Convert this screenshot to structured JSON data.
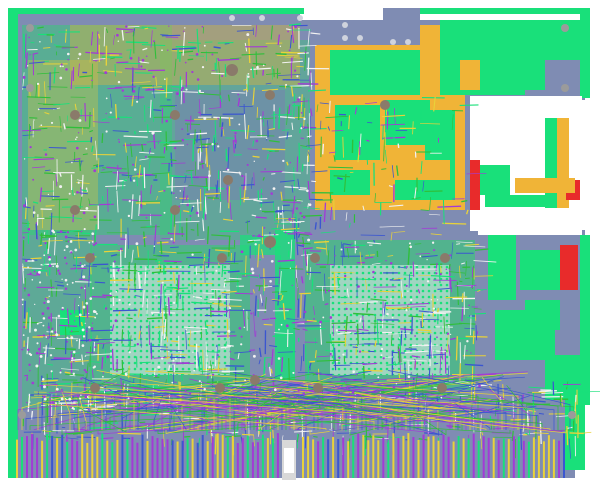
{
  "palette": {
    "background": "#ffffff",
    "board": "#7f8cb3",
    "copper_plane": "#19e07a",
    "outline": "#1fd36f",
    "power_plane": "#f0b437",
    "trace_purple": "#a23bd6",
    "trace_yellow": "#e8d23a",
    "trace_blue": "#3b56d0",
    "trace_red": "#e82b2b",
    "trace_green": "#2fbf3a",
    "pad_grey": "#9b9b9b",
    "pad_white": "#f2f2f2",
    "via_brown": "#8a7a6a"
  },
  "layers": [
    {
      "name": "board-outline",
      "color": "#1fd36f"
    },
    {
      "name": "ground-plane",
      "color": "#19e07a"
    },
    {
      "name": "power-plane",
      "color": "#f0b437"
    },
    {
      "name": "signal-purple",
      "color": "#a23bd6"
    },
    {
      "name": "signal-yellow",
      "color": "#e8d23a"
    },
    {
      "name": "signal-blue",
      "color": "#3b56d0"
    },
    {
      "name": "signal-red",
      "color": "#e82b2b"
    }
  ],
  "components": [
    {
      "id": "bga-top-left",
      "kind": "bga"
    },
    {
      "id": "bga-top-center",
      "kind": "bga"
    },
    {
      "id": "bga-bottom-left",
      "kind": "bga"
    },
    {
      "id": "bga-bottom-right",
      "kind": "bga"
    },
    {
      "id": "power-section",
      "kind": "regulator"
    },
    {
      "id": "edge-connector",
      "kind": "connector"
    }
  ],
  "edge_connector": {
    "finger_count": 110
  }
}
